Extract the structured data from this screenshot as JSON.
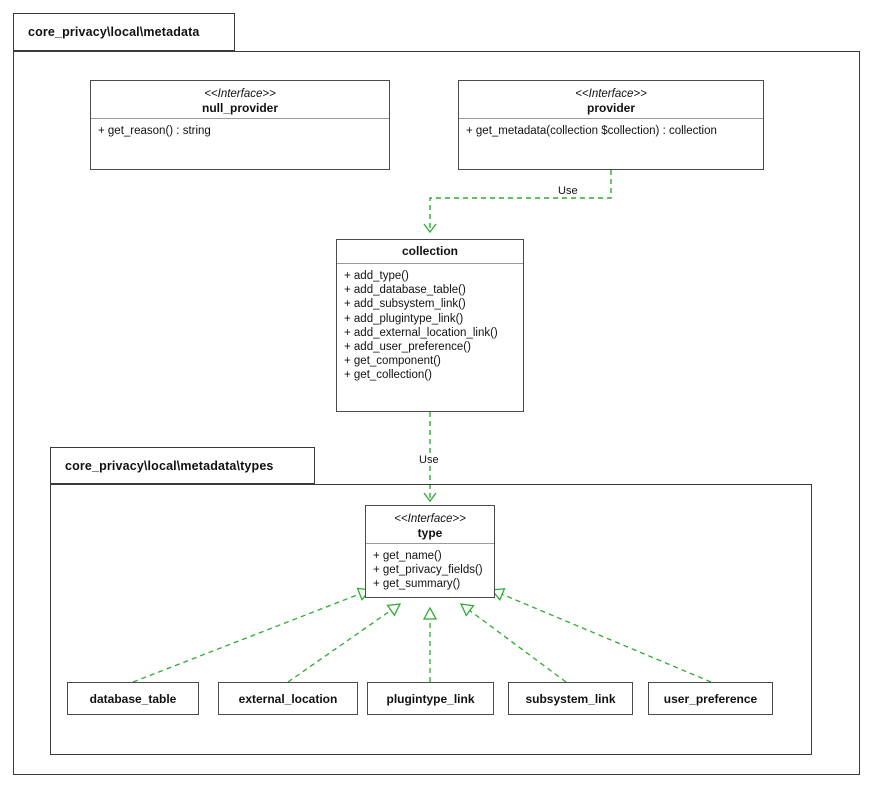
{
  "diagram": {
    "kind": "uml-class-diagram",
    "background": "#ffffff",
    "edge_color": "#2eaa32",
    "border_color": "#4a4a4a"
  },
  "outer_package": {
    "label": "core_privacy\\local\\metadata"
  },
  "inner_package": {
    "label": "core_privacy\\local\\metadata\\types"
  },
  "classes": {
    "null_provider": {
      "stereotype": "<<Interface>>",
      "name": "null_provider",
      "members": [
        "+ get_reason() : string"
      ]
    },
    "provider": {
      "stereotype": "<<Interface>>",
      "name": "provider",
      "members": [
        "+ get_metadata(collection $collection) : collection"
      ]
    },
    "collection": {
      "stereotype": "",
      "name": "collection",
      "members": [
        "+ add_type()",
        "+ add_database_table()",
        "+ add_subsystem_link()",
        "+ add_plugintype_link()",
        "+ add_external_location_link()",
        "+ add_user_preference()",
        "+ get_component()",
        "+ get_collection()"
      ]
    },
    "type": {
      "stereotype": "<<Interface>>",
      "name": "type",
      "members": [
        "+ get_name()",
        "+ get_privacy_fields()",
        "+ get_summary()"
      ]
    }
  },
  "leaf_classes": [
    {
      "name": "database_table"
    },
    {
      "name": "external_location"
    },
    {
      "name": "plugintype_link"
    },
    {
      "name": "subsystem_link"
    },
    {
      "name": "user_preference"
    }
  ],
  "edges": {
    "use_provider_collection": {
      "label": "Use"
    },
    "use_collection_type": {
      "label": "Use"
    }
  }
}
